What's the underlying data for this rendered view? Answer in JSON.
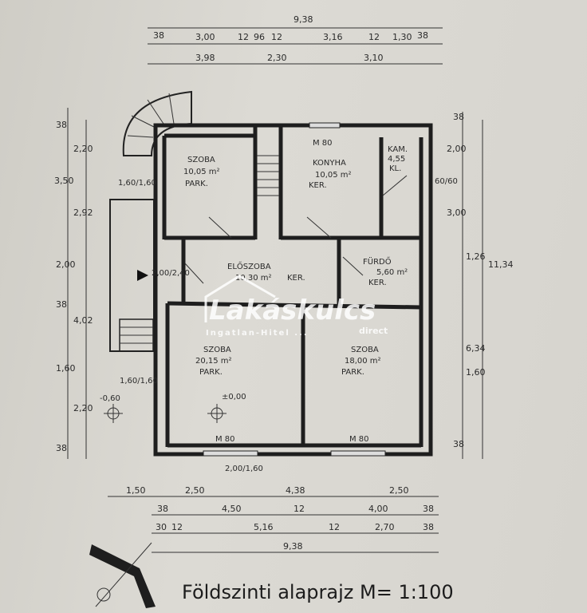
{
  "title": "Földszinti alaprajz M= 1:100",
  "watermark": {
    "brand": "Lakáskulcs",
    "sub": "direct",
    "tagline": "Ingatlan-Hitel ..."
  },
  "rooms": [
    {
      "name": "SZOBA",
      "area": "10,05 m²",
      "floor": "PARK."
    },
    {
      "name": "KONYHA",
      "area": "10,05 m²",
      "floor": "KER."
    },
    {
      "name": "KAM.",
      "area": "4,55",
      "floor": "KL."
    },
    {
      "name": "ELŐSZOBA",
      "area": "10,30 m²",
      "floor": "KER."
    },
    {
      "name": "FÜRDŐ",
      "area": "5,60 m²",
      "floor": "KER."
    },
    {
      "name": "SZOBA",
      "area": "20,15 m²",
      "floor": "PARK."
    },
    {
      "name": "SZOBA",
      "area": "18,00 m²",
      "floor": "PARK."
    }
  ],
  "levels": [
    "-0,60",
    "±0,00"
  ],
  "windows": [
    "M 80",
    "M 80",
    "M 80"
  ],
  "dims_top": {
    "total": "9,38",
    "row2": [
      "38",
      "3,00",
      "12",
      "96",
      "12",
      "3,16",
      "12",
      "1,30",
      "38"
    ],
    "row3": [
      "3,98",
      "2,30",
      "3,10"
    ]
  },
  "dims_bottom": {
    "row1": [
      "1,50",
      "2,50",
      "4,38",
      "2,50"
    ],
    "row2": [
      "38",
      "4,50",
      "12",
      "4,00",
      "38"
    ],
    "row3": [
      "30",
      "12",
      "5,16",
      "12",
      "2,70",
      "38"
    ],
    "total": "9,38"
  },
  "dims_left": [
    "38",
    "2,20",
    "3,50",
    "2,92",
    "2,00",
    "38",
    "4,02",
    "1,60",
    "2,20",
    "38"
  ],
  "dims_right": [
    "38",
    "2,00",
    "3,00",
    "1,26",
    "11,34",
    "6,34",
    "1,60",
    "38"
  ],
  "openings": [
    "1,60/1,60",
    "2,00/2,40",
    "1,60/1,60",
    "2,00/1,60",
    "60/60"
  ]
}
